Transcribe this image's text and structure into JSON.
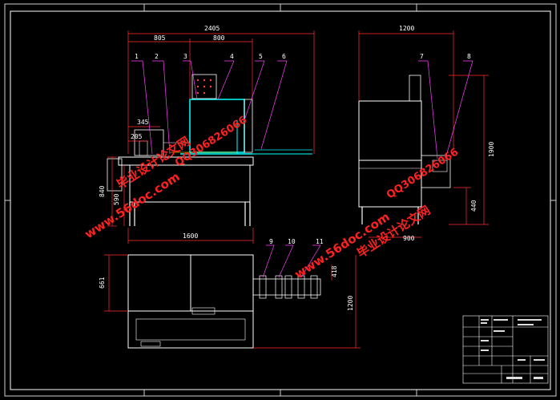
{
  "dimensions": {
    "top_total": "2405",
    "top_left": "805",
    "top_right": "800",
    "d345": "345",
    "d205": "205",
    "d840": "840",
    "d590": "590",
    "d1600": "1600",
    "side_width": "1200",
    "side_height": "1900",
    "d440": "440",
    "d900": "900",
    "d661": "661",
    "d418": "418",
    "d1200_plan": "1200"
  },
  "part_labels": [
    "1",
    "2",
    "3",
    "4",
    "5",
    "6",
    "7",
    "8",
    "9",
    "10",
    "11"
  ],
  "watermarks": {
    "site": "www.56doc.com",
    "qq": "QQ306826066",
    "cn": "毕业设计论文网"
  },
  "colors": {
    "background": "#000000",
    "outline": "#ffffff",
    "leader": "#ff40ff",
    "dimension": "#ff3030",
    "conveyor": "#00ffff",
    "accent_yellow": "#ffff00",
    "border_frame": "#ffffff"
  }
}
